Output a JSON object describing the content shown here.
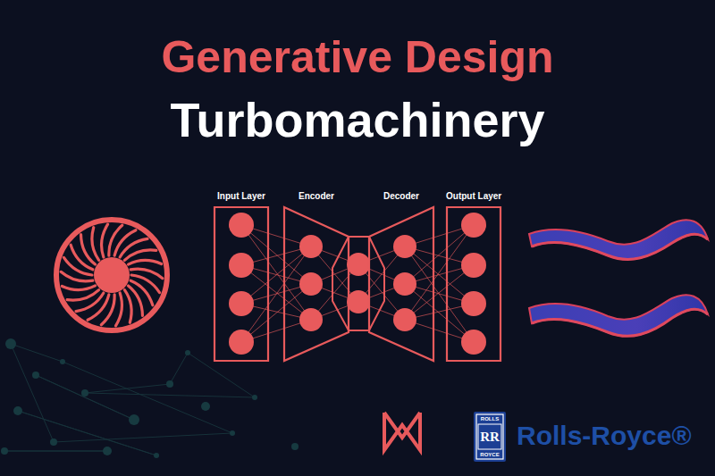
{
  "diagram": {
    "title": "Generative Design",
    "nodes": [
      {
        "text": [
          "Input Layer"
        ]
      },
      {
        "text": [
          "Encoder"
        ]
      },
      {
        "text": [
          "Decoder"
        ]
      },
      {
        "text": [
          "Output Layer"
        ]
      }
    ],
    "labels": [
      "Turbomachinery",
      "ROLLS",
      "RR",
      "ROYCE",
      "Rolls-Royce®"
    ]
  }
}
